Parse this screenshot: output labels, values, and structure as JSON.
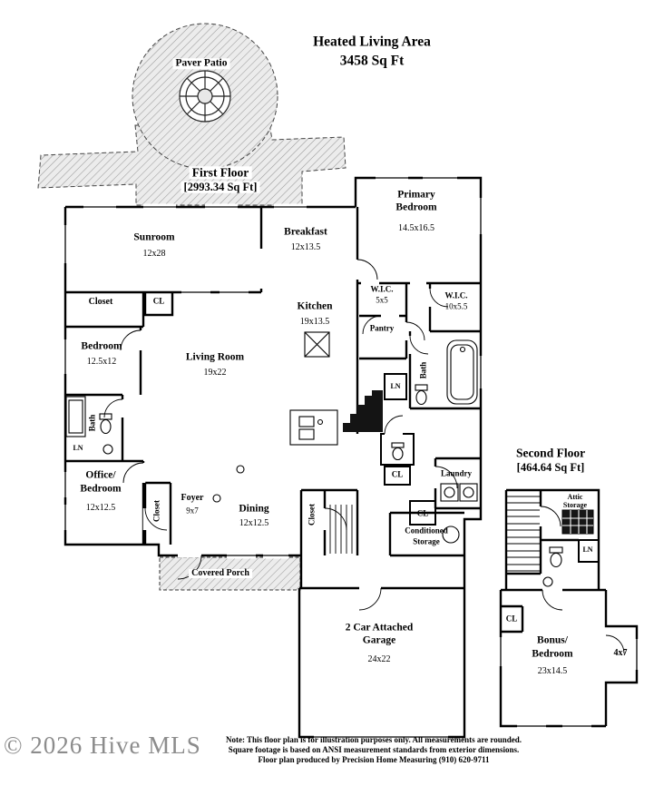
{
  "header": {
    "line1": "Heated Living Area",
    "line2": "3458 Sq Ft"
  },
  "floors": {
    "first_name": "First Floor",
    "first_sqft": "[2993.34 Sq Ft]",
    "second_name": "Second Floor",
    "second_sqft": "[464.64 Sq Ft]"
  },
  "labels": {
    "paver_patio": "Paver Patio",
    "sunroom_name": "Sunroom",
    "sunroom_dims": "12x28",
    "breakfast_name": "Breakfast",
    "breakfast_dims": "12x13.5",
    "primary_line1": "Primary",
    "primary_line2": "Bedroom",
    "primary_dims": "14.5x16.5",
    "wic_small_name": "W.I.C.",
    "wic_small_dims": "5x5",
    "wic_large_name": "W.I.C.",
    "wic_large_dims": "10x5.5",
    "kitchen_name": "Kitchen",
    "kitchen_dims": "19x13.5",
    "pantry": "Pantry",
    "closet_top": "Closet",
    "cl_sunroom": "CL",
    "bedroom_name": "Bedroom",
    "bedroom_dims": "12.5x12",
    "living_name": "Living Room",
    "living_dims": "19x22",
    "bath_left": "Bath",
    "ln_left": "LN",
    "bath_right": "Bath",
    "ln_mid": "LN",
    "office_line1": "Office/",
    "office_line2": "Bedroom",
    "office_dims": "12x12.5",
    "closet_office": "Closet",
    "foyer_name": "Foyer",
    "foyer_dims": "9x7",
    "dining_name": "Dining",
    "dining_dims": "12x12.5",
    "closet_dining": "Closet",
    "cl_hall": "CL",
    "cl_laundry": "CL",
    "laundry": "Laundry",
    "storage_line1": "Conditioned",
    "storage_line2": "Storage",
    "covered_porch": "Covered Porch",
    "garage_line1": "2 Car Attached",
    "garage_line2": "Garage",
    "garage_dims": "24x22",
    "attic_line1": "Attic",
    "attic_line2": "Storage",
    "ln_second": "LN",
    "cl_second": "CL",
    "bonus_line1": "Bonus/",
    "bonus_line2": "Bedroom",
    "bonus_dims": "23x14.5",
    "room_4x7": "4x7"
  },
  "watermark": "© 2026 Hive MLS",
  "footer": {
    "note1": "Note: This floor plan is for illustration purposes only. All measurements are rounded.",
    "note2": "Square footage is based on ANSI measurement standards from exterior dimensions.",
    "note3": "Floor plan produced by Precision Home Measuring (910) 620-9711"
  }
}
